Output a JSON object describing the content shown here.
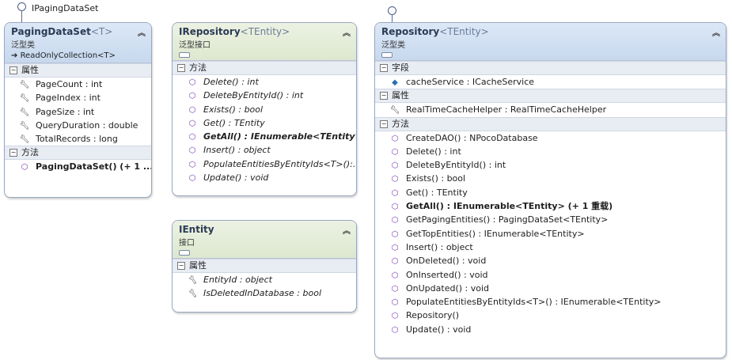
{
  "paging": {
    "interface_label": "IPagingDataSet",
    "title": "PagingDataSet",
    "generic": "<T>",
    "kind": "泛型类",
    "base": "ReadOnlyCollection<T>",
    "sections": {
      "props": "属性",
      "methods": "方法"
    },
    "properties": [
      "PageCount : int",
      "PageIndex : int",
      "PageSize : int",
      "QueryDuration : double",
      "TotalRecords : long"
    ],
    "methods": [
      "PagingDataSet() (+ 1 ..."
    ]
  },
  "irepo": {
    "title": "IRepository",
    "generic": "<TEntity>",
    "kind": "泛型接口",
    "sections": {
      "methods": "方法"
    },
    "methods": [
      "Delete() : int",
      "DeleteByEntityId() : int",
      "Exists() : bool",
      "Get() : TEntity",
      "GetAll() : IEnumerable<TEntity> (...",
      "Insert() : object",
      "PopulateEntitiesByEntityIds<T>():...",
      "Update() : void"
    ]
  },
  "ientity": {
    "title": "IEntity",
    "kind": "接口",
    "sections": {
      "props": "属性"
    },
    "properties": [
      "EntityId : object",
      "IsDeletedInDatabase : bool"
    ]
  },
  "repo": {
    "title": "Repository",
    "generic": "<TEntity>",
    "kind": "泛型类",
    "sections": {
      "fields": "字段",
      "props": "属性",
      "methods": "方法"
    },
    "fields": [
      "cacheService : ICacheService"
    ],
    "properties": [
      "RealTimeCacheHelper : RealTimeCacheHelper"
    ],
    "methods": [
      "CreateDAO() : NPocoDatabase",
      "Delete() : int",
      "DeleteByEntityId() : int",
      "Exists() : bool",
      "Get() : TEntity",
      "GetAll() : IEnumerable<TEntity> (+ 1 重载)",
      "GetPagingEntities() : PagingDataSet<TEntity>",
      "GetTopEntities() : IEnumerable<TEntity>",
      "Insert() : object",
      "OnDeleted() : void",
      "OnInserted() : void",
      "OnUpdated() : void",
      "PopulateEntitiesByEntityIds<T>() : IEnumerable<TEntity>",
      "Repository()",
      "Update() : void"
    ]
  },
  "icons": {
    "method": "method-cube-icon",
    "protected_method": "protected-method-icon",
    "property": "wrench-property-icon",
    "field": "field-icon",
    "collapse": "double-chevron-up-icon",
    "inherit": "inheritance-arrow-icon"
  },
  "colors": {
    "class_header": "#c7d8ee",
    "interface_header": "#dde8cf",
    "method_icon": "#7a38b8",
    "field_icon": "#2a6fb0"
  }
}
